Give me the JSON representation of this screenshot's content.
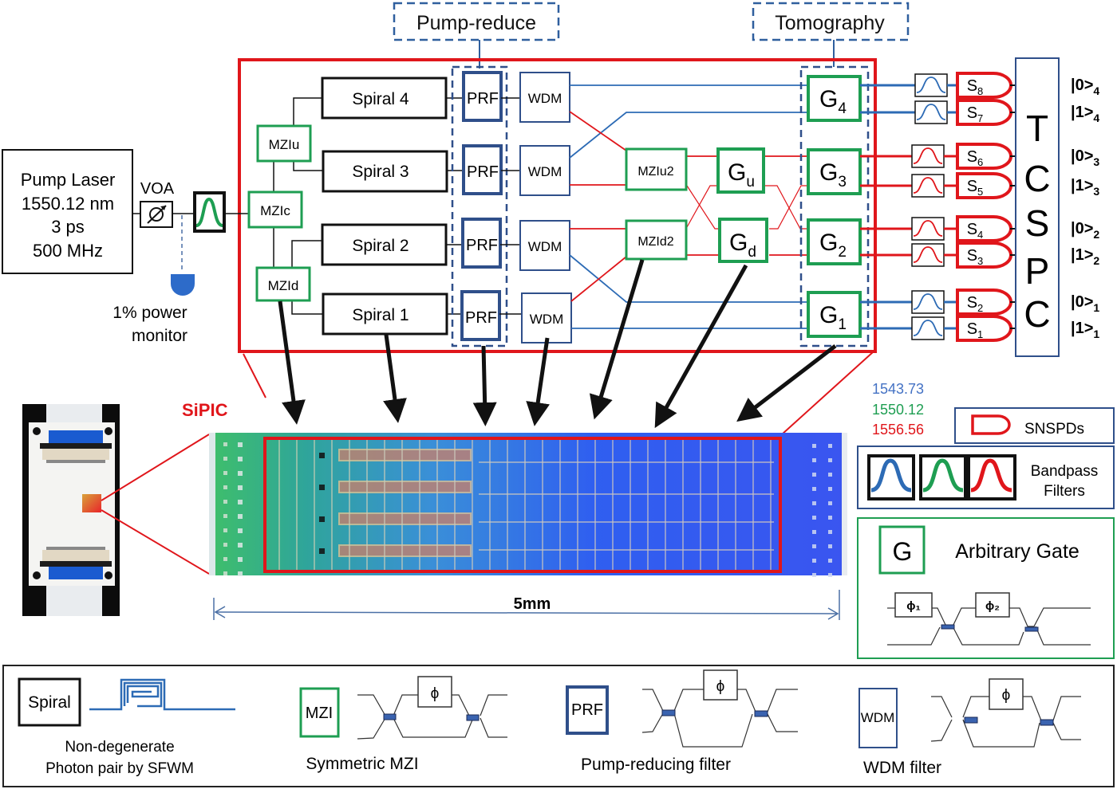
{
  "colors": {
    "red": "#e0161b",
    "green": "#1e9e52",
    "blue": "#2d6bb5",
    "navy": "#2f4f8a",
    "black": "#111111",
    "wl_blue": "#4472c4",
    "wl_green": "#1e9e52",
    "wl_red": "#e0161b"
  },
  "callouts": {
    "pump_reduce": "Pump-reduce",
    "tomography": "Tomography"
  },
  "pump_laser": {
    "title": "Pump Laser",
    "wavelength": "1550.12 nm",
    "pulse": "3 ps",
    "rate": "500 MHz"
  },
  "voa_label": "VOA",
  "power_monitor": {
    "line1": "1% power",
    "line2": "monitor"
  },
  "mzi_first_stage": {
    "up": "MZIu",
    "center": "MZIc",
    "down": "MZId"
  },
  "spirals": [
    "Spiral 4",
    "Spiral 3",
    "Spiral 2",
    "Spiral 1"
  ],
  "prf_label": "PRF",
  "wdm_label": "WDM",
  "mzi_second_stage": {
    "up": "MZIu2",
    "down": "MZId2"
  },
  "gates_mid": [
    {
      "main": "G",
      "sub": "u"
    },
    {
      "main": "G",
      "sub": "d"
    }
  ],
  "gates_tomo": [
    {
      "main": "G",
      "sub": "4"
    },
    {
      "main": "G",
      "sub": "3"
    },
    {
      "main": "G",
      "sub": "2"
    },
    {
      "main": "G",
      "sub": "1"
    }
  ],
  "detectors": [
    {
      "main": "S",
      "sub": "8",
      "filter": "blue",
      "state": "|0>",
      "qubit": "4"
    },
    {
      "main": "S",
      "sub": "7",
      "filter": "blue",
      "state": "|1>",
      "qubit": "4"
    },
    {
      "main": "S",
      "sub": "6",
      "filter": "red",
      "state": "|0>",
      "qubit": "3"
    },
    {
      "main": "S",
      "sub": "5",
      "filter": "red",
      "state": "|1>",
      "qubit": "3"
    },
    {
      "main": "S",
      "sub": "4",
      "filter": "red",
      "state": "|0>",
      "qubit": "2"
    },
    {
      "main": "S",
      "sub": "3",
      "filter": "red",
      "state": "|1>",
      "qubit": "2"
    },
    {
      "main": "S",
      "sub": "2",
      "filter": "blue",
      "state": "|0>",
      "qubit": "1"
    },
    {
      "main": "S",
      "sub": "1",
      "filter": "blue",
      "state": "|1>",
      "qubit": "1"
    }
  ],
  "tcspc_letters": [
    "T",
    "C",
    "S",
    "P",
    "C"
  ],
  "sipic_label": "SiPIC",
  "scale_bar": "5mm",
  "wavelengths": [
    "1543.73",
    "1550.12",
    "1556.56"
  ],
  "legend_right": {
    "snspd": "SNSPDs",
    "bandpass_line1": "Bandpass",
    "bandpass_line2": "Filters",
    "gate_symbol": "G",
    "gate_title": "Arbitrary Gate",
    "phi1": "ϕ₁",
    "phi2": "ϕ₂"
  },
  "legend_bottom": {
    "spiral_box": "Spiral",
    "spiral_caption_1": "Non-degenerate",
    "spiral_caption_2": "Photon pair by SFWM",
    "mzi_box": "MZI",
    "mzi_caption": "Symmetric MZI",
    "prf_box": "PRF",
    "prf_caption": "Pump-reducing filter",
    "wdm_box": "WDM",
    "wdm_caption": "WDM filter",
    "phi": "ϕ"
  }
}
